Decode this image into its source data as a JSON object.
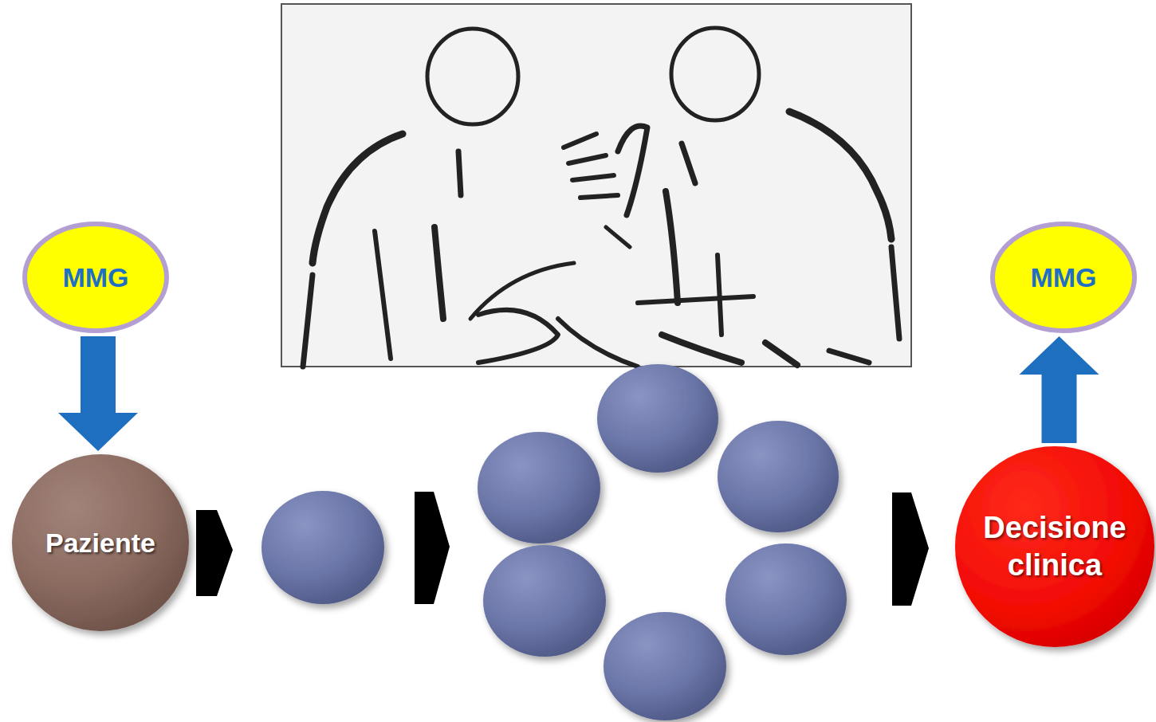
{
  "diagram": {
    "nodes": [
      {
        "text": [
          "MMG"
        ]
      },
      {
        "text": [
          "Paziente"
        ]
      },
      {
        "text": [
          "Decisione clinica"
        ]
      },
      {
        "text": [
          "MMG"
        ]
      }
    ],
    "edges": [
      {
        "from": 0,
        "to": 1,
        "arrow": "to"
      },
      {
        "from": 2,
        "to": 3,
        "arrow": "to"
      }
    ]
  }
}
